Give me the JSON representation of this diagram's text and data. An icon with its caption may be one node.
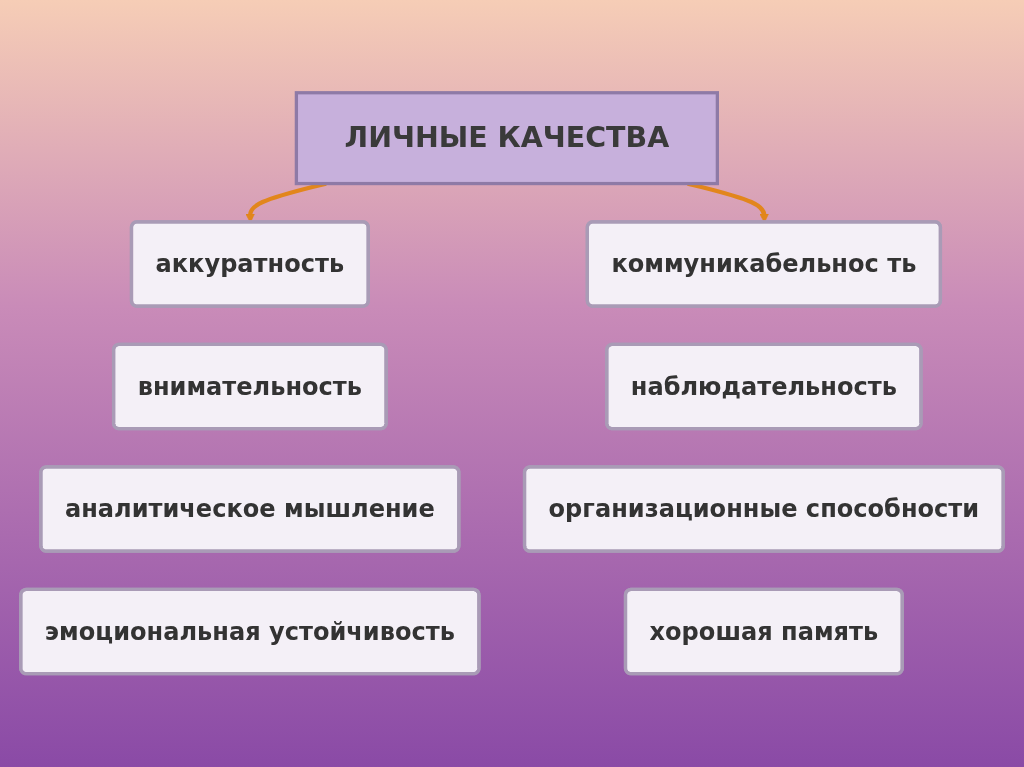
{
  "diagram": {
    "nodes": [
      {
        "text": [
          "ЛИЧНЫЕ КАЧЕСТВА"
        ]
      },
      {
        "text": [
          "аккуратность"
        ]
      },
      {
        "text": [
          "коммуникабельнос ть"
        ]
      },
      {
        "text": [
          "внимательность"
        ]
      },
      {
        "text": [
          "наблюдательность"
        ]
      },
      {
        "text": [
          "аналитическое мышление"
        ]
      },
      {
        "text": [
          "организационные способности"
        ]
      },
      {
        "text": [
          "эмоциональная устойчивость"
        ]
      },
      {
        "text": [
          "хорошая память"
        ]
      }
    ],
    "edges": [
      {
        "from": 0,
        "to": 1,
        "arrow": "to"
      },
      {
        "from": 0,
        "to": 2,
        "arrow": "to"
      }
    ]
  }
}
